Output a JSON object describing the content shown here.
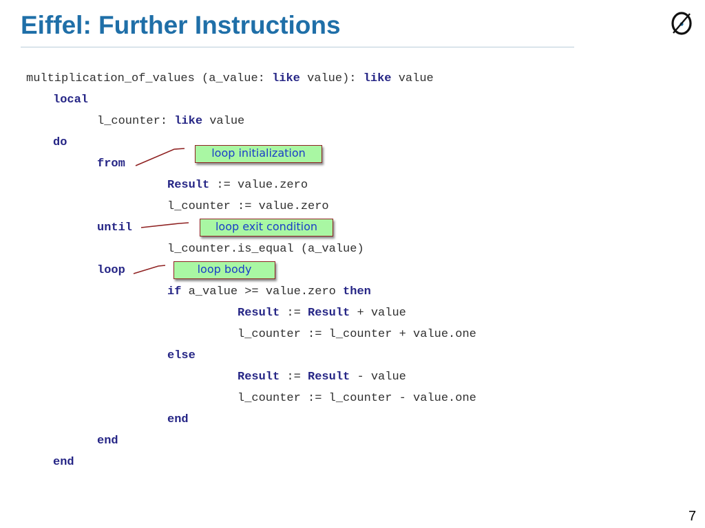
{
  "slide": {
    "title": "Eiffel: Further Instructions",
    "page_number": "7",
    "logo_icon": "eiffel-logo-icon"
  },
  "code": {
    "l1": {
      "a": "multiplication_of_values (a_value: ",
      "kw1": "like",
      "b": " value): ",
      "kw2": "like",
      "c": " value"
    },
    "l2": {
      "kw": "local"
    },
    "l3": {
      "a": "l_counter: ",
      "kw": "like",
      "b": " value"
    },
    "l4": {
      "kw": "do"
    },
    "l5": {
      "kw": "from"
    },
    "l6": {
      "kw": "Result",
      "b": " := value.zero"
    },
    "l7": {
      "a": "l_counter := value.zero"
    },
    "l8": {
      "kw": "until"
    },
    "l9": {
      "a": "l_counter.is_equal (a_value)"
    },
    "l10": {
      "kw": "loop"
    },
    "l11": {
      "kw1": "if",
      "a": " a_value >= value.zero ",
      "kw2": "then"
    },
    "l12": {
      "kw1": "Result",
      "a": " := ",
      "kw2": "Result",
      "b": " + value"
    },
    "l13": {
      "a": "l_counter := l_counter + value.one"
    },
    "l14": {
      "kw": "else"
    },
    "l15": {
      "kw1": "Result",
      "a": " := ",
      "kw2": "Result",
      "b": " - value"
    },
    "l16": {
      "a": "l_counter := l_counter - value.one"
    },
    "l17": {
      "kw": "end"
    },
    "l18": {
      "kw": "end"
    },
    "l19": {
      "kw": "end"
    }
  },
  "callouts": {
    "init": "loop initialization",
    "exit": "loop exit condition",
    "body": "loop body"
  },
  "colors": {
    "title": "#1f6fa8",
    "keyword": "#262686",
    "callout_fill": "#a9f7a3",
    "callout_border": "#8e2020",
    "callout_text": "#1a3ec7"
  }
}
